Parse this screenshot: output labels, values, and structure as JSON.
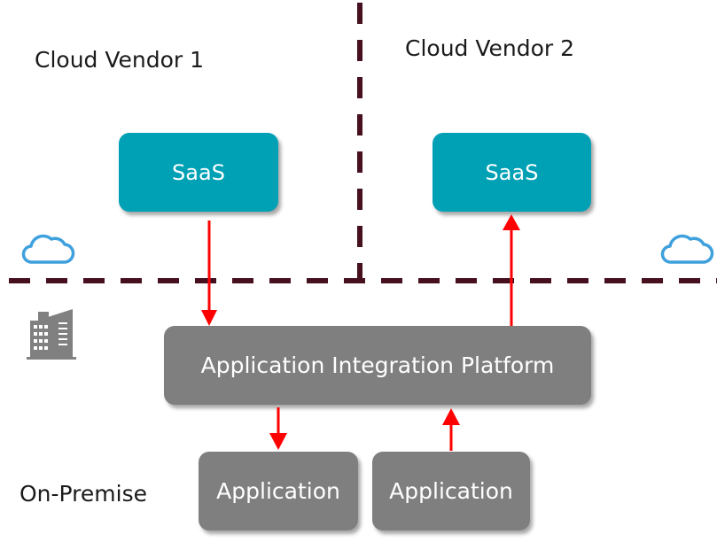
{
  "regions": {
    "cloud_vendor_1": "Cloud Vendor 1",
    "cloud_vendor_2": "Cloud Vendor 2",
    "on_premise": "On-Premise"
  },
  "nodes": {
    "saas_1": "SaaS",
    "saas_2": "SaaS",
    "platform": "Application Integration Platform",
    "app_1": "Application",
    "app_2": "Application"
  },
  "edges": [
    {
      "from": "saas_1",
      "to": "platform"
    },
    {
      "from": "platform",
      "to": "saas_2"
    },
    {
      "from": "platform",
      "to": "app_1"
    },
    {
      "from": "app_2",
      "to": "platform"
    }
  ],
  "colors": {
    "saas": "#00a0b5",
    "gray_box": "#7f7f7f",
    "arrow": "#ff0000",
    "divider": "#46101f",
    "cloud_icon": "#3ea0dc",
    "building_icon": "#808080"
  }
}
